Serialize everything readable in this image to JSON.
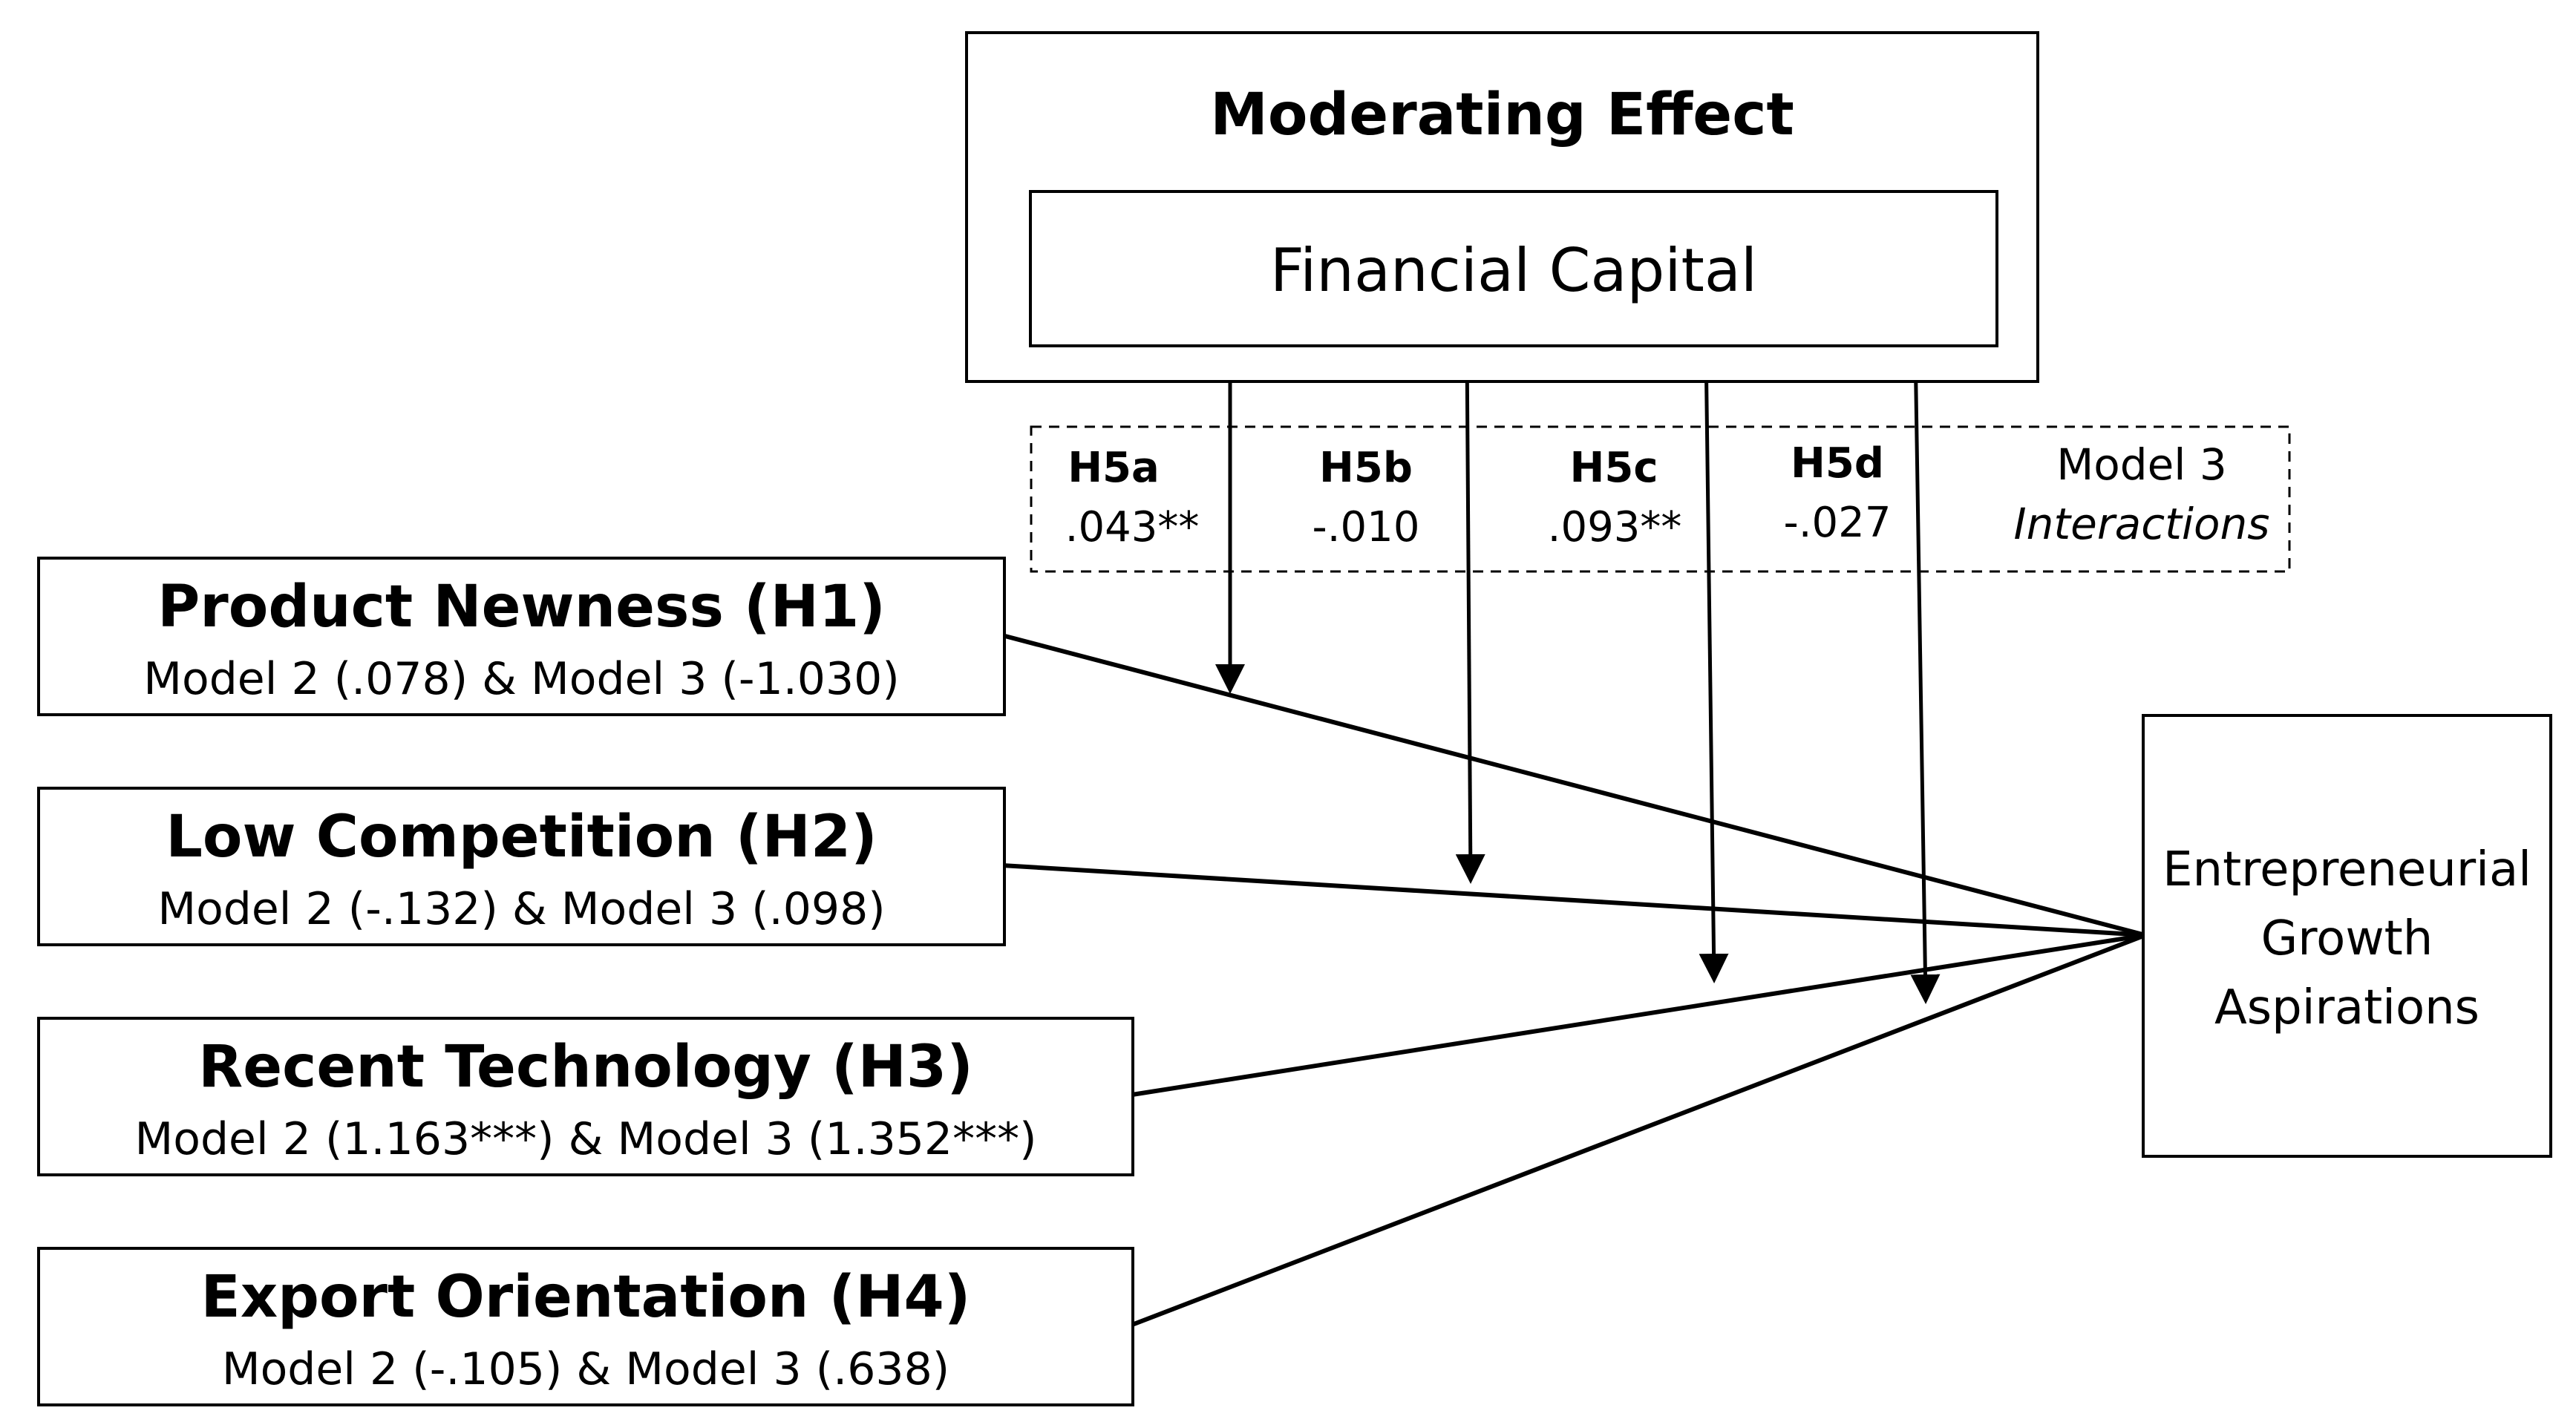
{
  "moderator": {
    "title": "Moderating Effect",
    "variable": "Financial Capital"
  },
  "interactions": {
    "items": [
      {
        "label": "H5a",
        "value": ".043**"
      },
      {
        "label": "H5b",
        "value": "-.010"
      },
      {
        "label": "H5c",
        "value": ".093**"
      },
      {
        "label": "H5d",
        "value": "-.027"
      }
    ],
    "model_label": "Model 3",
    "caption": "Interactions"
  },
  "predictors": [
    {
      "name": "Product Newness (H1)",
      "models": "Model 2 (.078) & Model 3 (-1.030)"
    },
    {
      "name": "Low Competition (H2)",
      "models": "Model 2 (-.132) & Model 3 (.098)"
    },
    {
      "name": "Recent Technology (H3)",
      "models": "Model 2 (1.163***) & Model 3 (1.352***)"
    },
    {
      "name": "Export Orientation (H4)",
      "models": "Model 2 (-.105) & Model 3 (.638)"
    }
  ],
  "outcome": {
    "line1": "Entrepreneurial",
    "line2": "Growth",
    "line3": "Aspirations"
  }
}
